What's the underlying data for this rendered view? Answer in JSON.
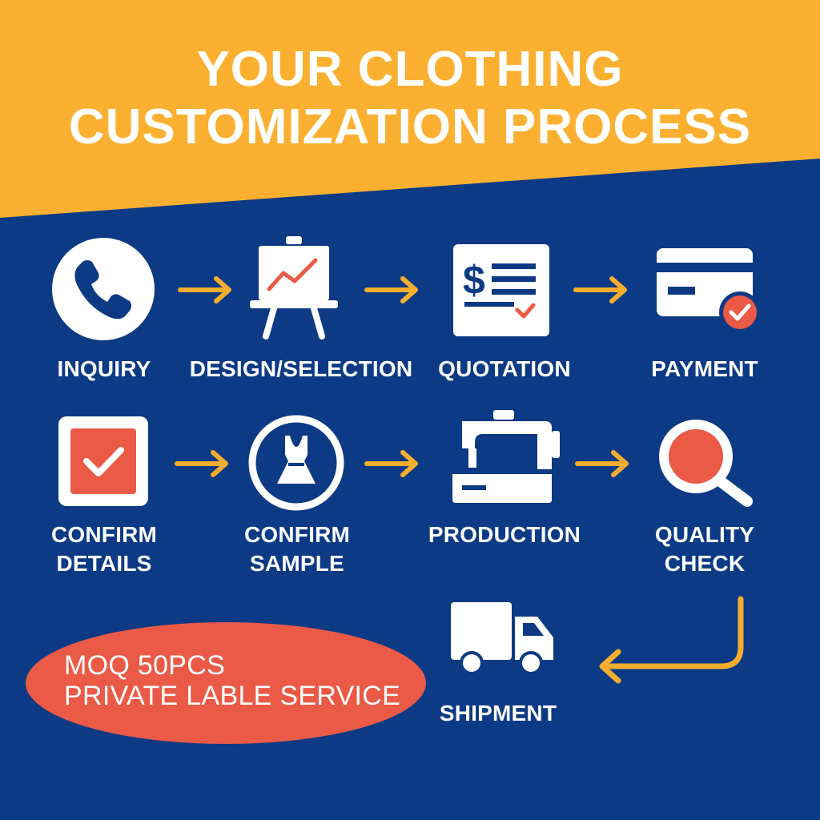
{
  "title": {
    "line1": "YOUR CLOTHING",
    "line2": "CUSTOMIZATION PROCESS"
  },
  "steps": [
    {
      "label": "INQUIRY",
      "icon": "phone-icon"
    },
    {
      "label": "DESIGN/SELECTION",
      "icon": "easel-chart-icon"
    },
    {
      "label": "QUOTATION",
      "icon": "invoice-icon"
    },
    {
      "label": "PAYMENT",
      "icon": "credit-card-icon"
    },
    {
      "label_lines": [
        "CONFIRM",
        "DETAILS"
      ],
      "icon": "checkbox-icon"
    },
    {
      "label_lines": [
        "CONFIRM",
        "SAMPLE"
      ],
      "icon": "dress-icon"
    },
    {
      "label": "PRODUCTION",
      "icon": "sewing-machine-icon"
    },
    {
      "label_lines": [
        "QUALITY",
        "CHECK"
      ],
      "icon": "magnifier-icon"
    },
    {
      "label": "SHIPMENT",
      "icon": "truck-icon"
    }
  ],
  "badge": {
    "line1": "MOQ 50PCS",
    "line2": "PRIVATE LABLE SERVICE"
  },
  "colors": {
    "background_top": "#fbb031",
    "background_bottom": "#0d3a84",
    "arrow": "#f5ad2e",
    "accent": "#ea5a47",
    "icon": "#ffffff"
  }
}
